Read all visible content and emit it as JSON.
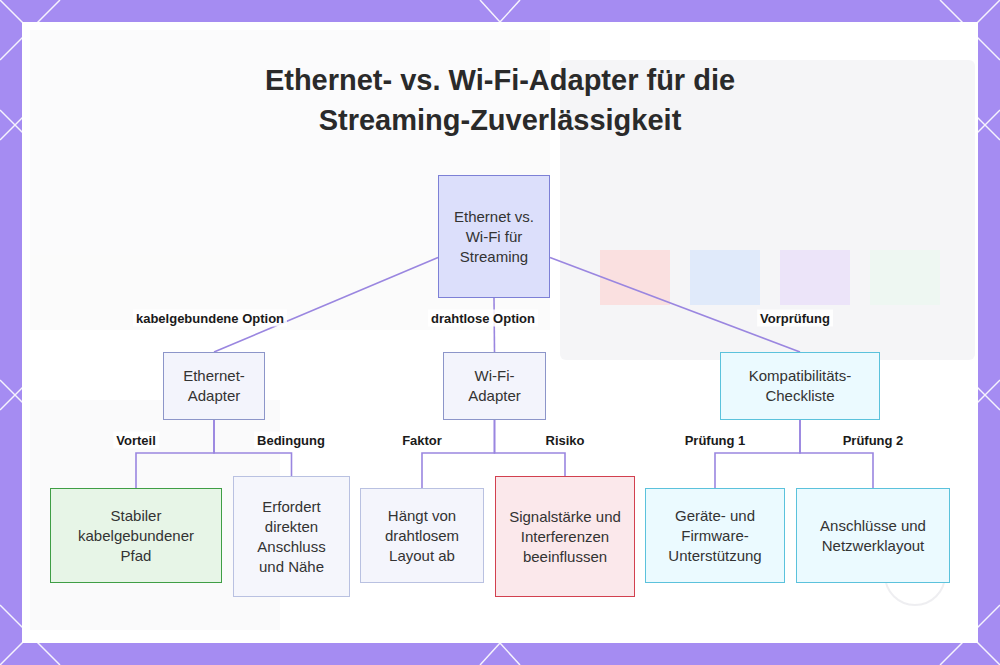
{
  "diagram": {
    "title": "Ethernet- vs. Wi-Fi-Adapter für die Streaming-Zuverlässigkeit",
    "nodes": [
      {
        "text": [
          "Ethernet vs. Wi-Fi für Streaming"
        ]
      },
      {
        "text": [
          "Ethernet-Adapter"
        ]
      },
      {
        "text": [
          "Wi-Fi-Adapter"
        ]
      },
      {
        "text": [
          "Kompatibilitäts-Checkliste"
        ]
      },
      {
        "text": [
          "Stabiler kabelgebundener Pfad"
        ]
      },
      {
        "text": [
          "Erfordert direkten Anschluss und Nähe"
        ]
      },
      {
        "text": [
          "Hängt von drahtlosem Layout ab"
        ]
      },
      {
        "text": [
          "Signalstärke und Interferenzen beeinflussen"
        ]
      },
      {
        "text": [
          "Geräte- und Firmware-Unterstützung"
        ]
      },
      {
        "text": [
          "Anschlüsse und Netzwerklayout"
        ]
      }
    ],
    "edges": [
      {
        "from": 0,
        "to": 1,
        "label": "kabelgebundene Option",
        "arrow": "none"
      },
      {
        "from": 0,
        "to": 2,
        "label": "drahtlose Option",
        "arrow": "none"
      },
      {
        "from": 0,
        "to": 3,
        "label": "Vorprüfung",
        "arrow": "none"
      },
      {
        "from": 1,
        "to": 4,
        "label": "Vorteil",
        "arrow": "none"
      },
      {
        "from": 1,
        "to": 5,
        "label": "Bedingung",
        "arrow": "none"
      },
      {
        "from": 2,
        "to": 6,
        "label": "Faktor",
        "arrow": "none"
      },
      {
        "from": 2,
        "to": 7,
        "label": "Risiko",
        "arrow": "none"
      },
      {
        "from": 3,
        "to": 8,
        "label": "Prüfung 1",
        "arrow": "none"
      },
      {
        "from": 3,
        "to": 9,
        "label": "Prüfung 2",
        "arrow": "none"
      }
    ]
  }
}
